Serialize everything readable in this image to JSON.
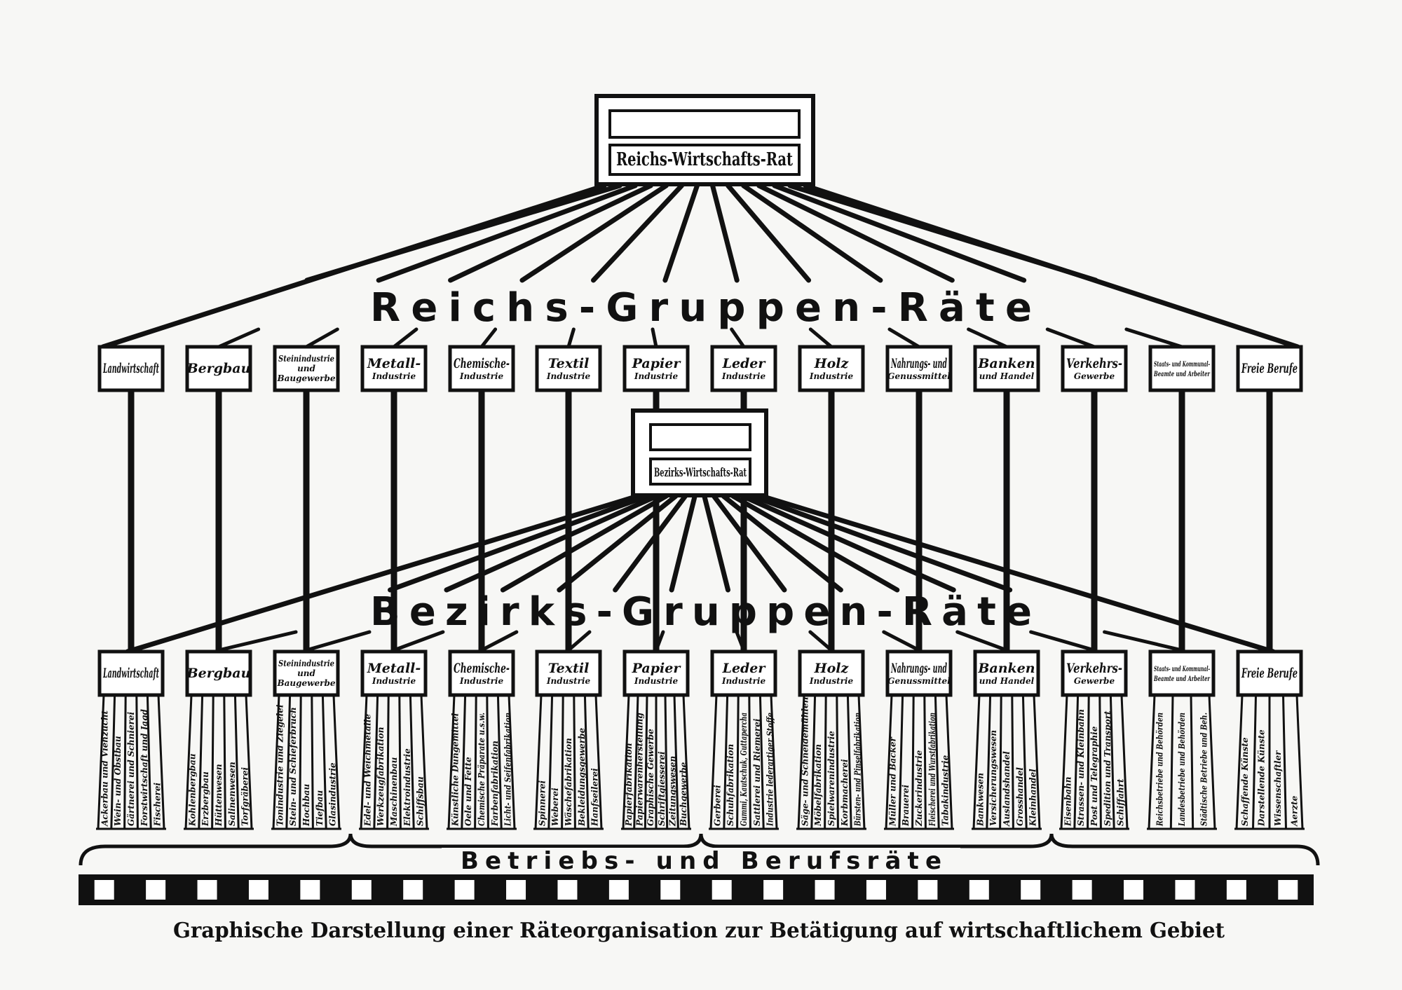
{
  "reichs_wirtschafts_rat": "Reichs-Wirtschafts-Rat",
  "reichs_gruppen_raete": "Reichs-Gruppen-Räte",
  "bezirks_wirtschafts_rat": "Bezirks-Wirtschafts-Rat",
  "bezirks_gruppen_raete": "Bezirks-Gruppen-Räte",
  "betriebs_label": "Betriebs- und Berufsräte",
  "caption": "Graphische Darstellung einer Räteorganisation zur Betätigung auf wirtschaftlichem Gebiet",
  "groups": [
    {
      "lines": [
        "Landwirtschaft"
      ],
      "subs": [
        "Ackerbau und Viehzucht",
        "Wein- und Obstbau",
        "Gärtnerei und Schnierei",
        "Forstwirtschaft und Jagd",
        "Fischerei"
      ]
    },
    {
      "lines": [
        "Bergbau"
      ],
      "subs": [
        "Kohlenbergbau",
        "Erzbergbau",
        "Hüttenwesen",
        "Salinenwesen",
        "Torfgräberei"
      ]
    },
    {
      "lines": [
        "Steinindustrie",
        "und",
        "Baugewerbe"
      ],
      "subs": [
        "Tonindustrie und Ziegelei",
        "Stein- und Schieferbruch",
        "Hochbau",
        "Tiefbau",
        "Glasindustrie"
      ]
    },
    {
      "lines": [
        "Metall-",
        "Industrie"
      ],
      "subs": [
        "Edel- und Weichmetalle",
        "Werkzeugfabrikation",
        "Maschinenbau",
        "Elektroindustrie",
        "Schiffsbau"
      ]
    },
    {
      "lines": [
        "Chemische-",
        "Industrie"
      ],
      "subs": [
        "Künstliche Düngemittel",
        "Oele und Fette",
        "Chemische Präparate u.s.w.",
        "Farbenfabrikation",
        "Licht- und Seifenfabrikation"
      ]
    },
    {
      "lines": [
        "Textil",
        "Industrie"
      ],
      "subs": [
        "Spinnerei",
        "Weberei",
        "Wäschefabrikation",
        "Bekleidungsgewerbe",
        "Hanfseilerei"
      ]
    },
    {
      "lines": [
        "Papier",
        "Industrie"
      ],
      "subs": [
        "Papierfabrikation",
        "Papierwarenherstellung",
        "Graphische Gewerbe",
        "Schriftgiesserei",
        "Zeitungswesen",
        "Buchgewerbe"
      ]
    },
    {
      "lines": [
        "Leder",
        "Industrie"
      ],
      "subs": [
        "Gerberei",
        "Schuhfabrikation",
        "Gummi, Kautschuk, Guttapercha",
        "Sattlerei und Riemerei",
        "Industrie lederartiger Stoffe"
      ]
    },
    {
      "lines": [
        "Holz",
        "Industrie"
      ],
      "subs": [
        "Säge- und Schneidemühlen",
        "Möbelfabrikation",
        "Spielwarenindustrie",
        "Korbmacherei",
        "Bürsten- und Pinselfabrikation"
      ]
    },
    {
      "lines": [
        "Nahrungs- und",
        "Genussmittel"
      ],
      "subs": [
        "Müller und Bäcker",
        "Brauerei",
        "Zuckerindustrie",
        "Fleischerei und Wurstfabrikation",
        "Tabakindustrie"
      ]
    },
    {
      "lines": [
        "Banken",
        "und Handel"
      ],
      "subs": [
        "Bankwesen",
        "Versicherungswesen",
        "Auslandshandel",
        "Grosshandel",
        "Kleinhandel"
      ]
    },
    {
      "lines": [
        "Verkehrs-",
        "Gewerbe"
      ],
      "subs": [
        "Eisenbahn",
        "Strassen- und Kleinbahn",
        "Post und Telegraphie",
        "Spedition und Transport",
        "Schiffahrt"
      ]
    },
    {
      "lines": [
        "Staats- und Kommunal-",
        "Beamte und Arbeiter"
      ],
      "subs": [
        "Reichsbetriebe und Behörden",
        "Landesbetriebe und Behörden",
        "Städtische Betriebe und Beh."
      ]
    },
    {
      "lines": [
        "Freie Berufe"
      ],
      "subs": [
        "Schaffende Künste",
        "Darstellende Künste",
        "Wissenschaftler",
        "Aerzte"
      ]
    }
  ]
}
